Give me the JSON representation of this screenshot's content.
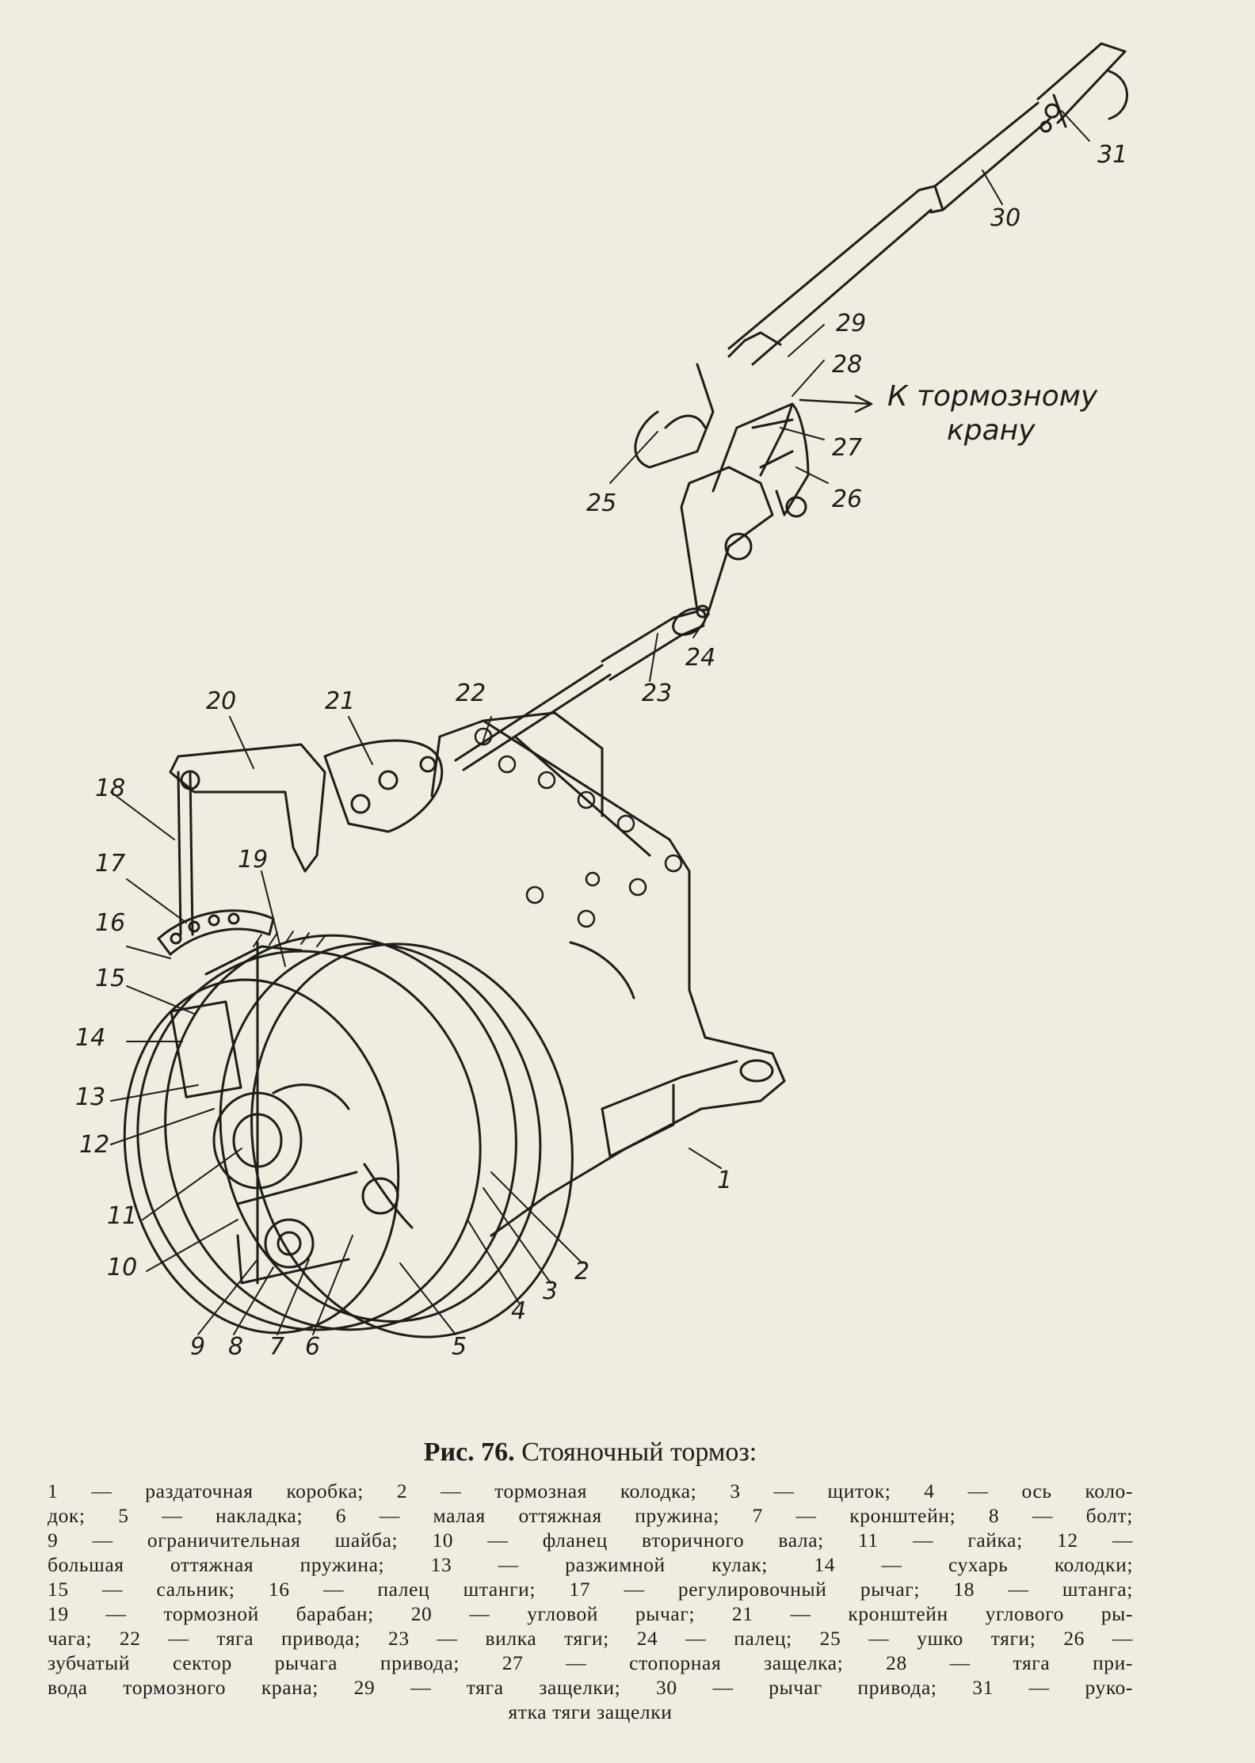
{
  "figure": {
    "callouts": [
      "1",
      "2",
      "3",
      "4",
      "5",
      "6",
      "7",
      "8",
      "9",
      "10",
      "11",
      "12",
      "13",
      "14",
      "15",
      "16",
      "17",
      "18",
      "19",
      "20",
      "21",
      "22",
      "23",
      "24",
      "25",
      "26",
      "27",
      "28",
      "29",
      "30",
      "31"
    ],
    "annotation_line1": "К тормозному",
    "annotation_line2": "крану"
  },
  "caption": {
    "figure_number": "Рис. 76.",
    "title": "Стояночный тормоз:",
    "legend_lines": [
      "1 — раздаточная коробка; 2 — тормозная колодка; 3 — щиток; 4 — ось коло-",
      "док; 5 — накладка; 6 — малая оттяжная пружина; 7 — кронштейн; 8 — болт;",
      "9 — ограничительная шайба; 10 — фланец вторичного вала; 11 — гайка; 12 —",
      "большая оттяжная пружина; 13 — разжимной кулак; 14 — сухарь колодки;",
      "15 — сальник; 16 — палец штанги; 17 — регулировочный рычаг; 18 — штанга;",
      "19 — тормозной барабан; 20 — угловой рычаг; 21 — кронштейн углового ры-",
      "чага; 22 — тяга привода; 23 — вилка тяги; 24 — палец; 25 — ушко тяги; 26 —",
      "зубчатый сектор рычага привода; 27 — стопорная защелка; 28 — тяга при-",
      "вода тормозного крана; 29 — тяга защелки; 30 — рычаг привода; 31 — руко-",
      "ятка тяги защелки"
    ]
  }
}
